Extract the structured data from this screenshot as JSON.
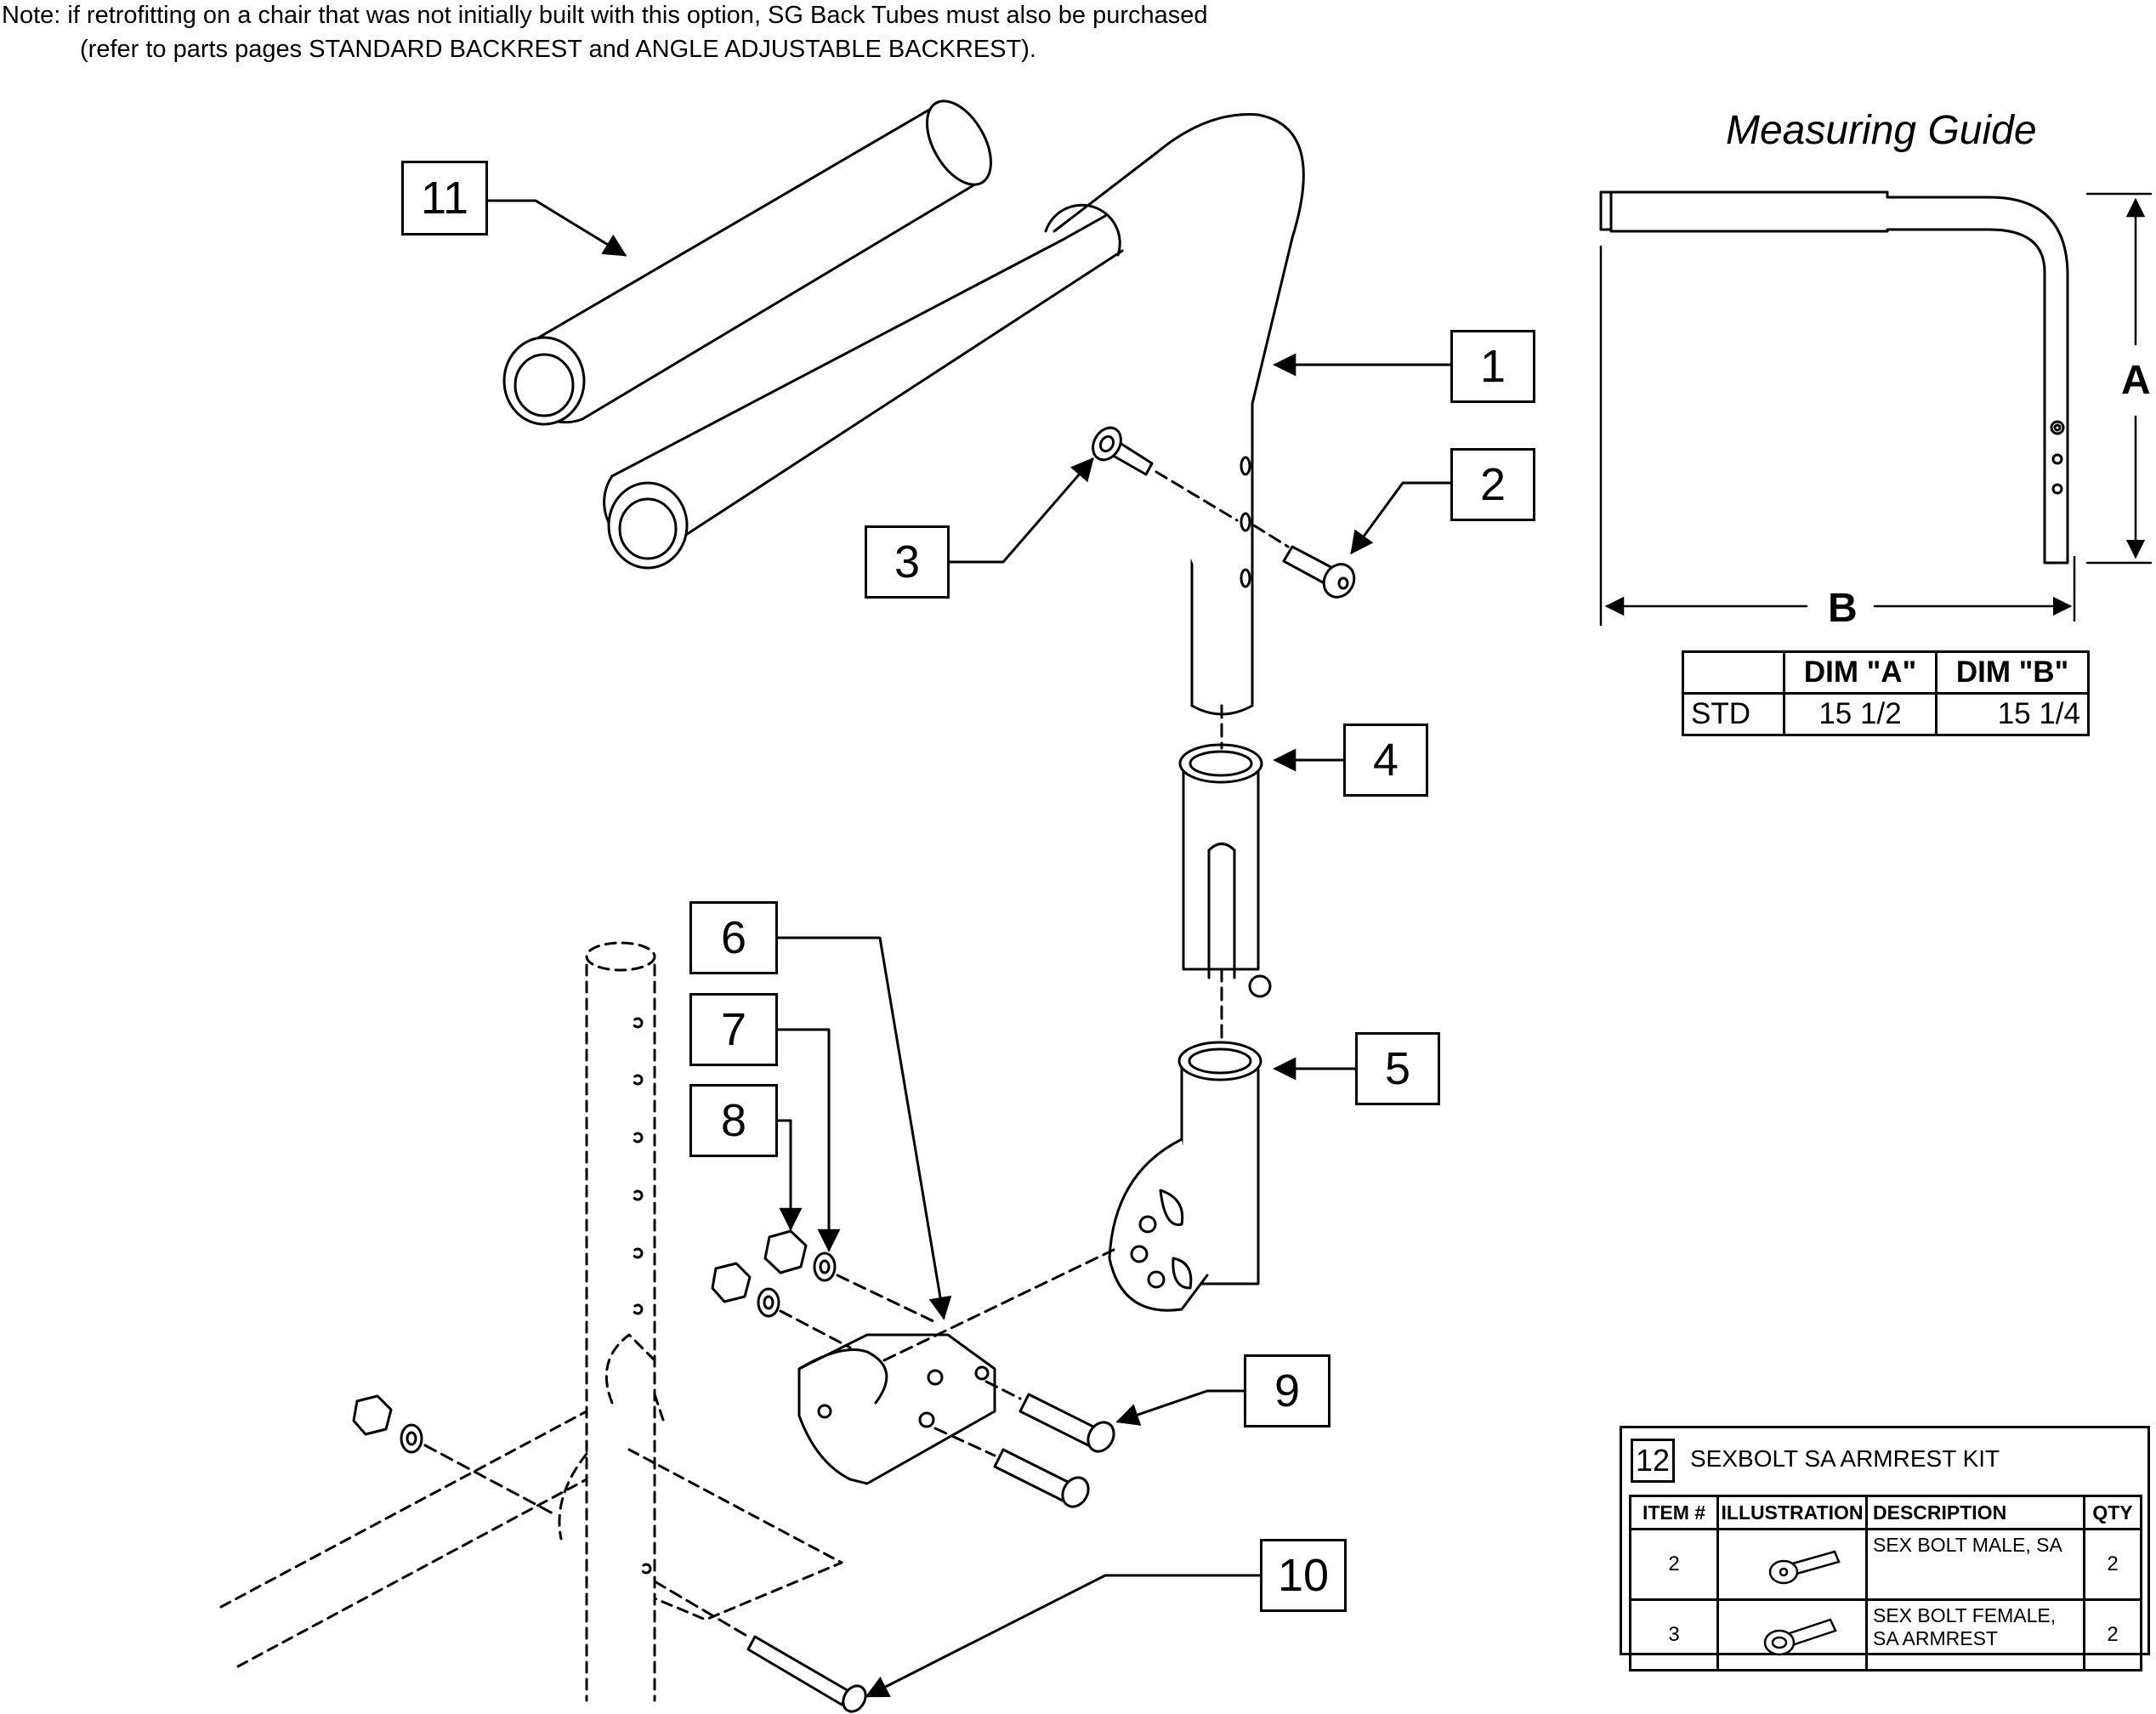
{
  "note": {
    "line1": "Note: if retrofitting on a chair that was not initially built with this option, SG Back Tubes must also be purchased",
    "line2": "(refer to parts pages STANDARD BACKREST and ANGLE ADJUSTABLE BACKREST)."
  },
  "callouts": {
    "c1": "1",
    "c2": "2",
    "c3": "3",
    "c4": "4",
    "c5": "5",
    "c6": "6",
    "c7": "7",
    "c8": "8",
    "c9": "9",
    "c10": "10",
    "c11": "11"
  },
  "measuring_guide": {
    "title": "Measuring Guide",
    "dim_a": "A",
    "dim_b": "B",
    "table": {
      "headers": [
        "",
        "DIM \"A\"",
        "DIM \"B\""
      ],
      "rows": [
        [
          "STD",
          "15 1/2",
          "15 1/4"
        ]
      ]
    }
  },
  "kit": {
    "number": "12",
    "title": "SEXBOLT SA ARMREST KIT",
    "headers": [
      "ITEM #",
      "ILLUSTRATION",
      "DESCRIPTION",
      "QTY"
    ],
    "rows": [
      {
        "item": "2",
        "description": "SEX BOLT MALE, SA",
        "qty": "2",
        "illustration": "male-sex-bolt-icon"
      },
      {
        "item": "3",
        "description": "SEX BOLT FEMALE, SA ARMREST",
        "qty": "2",
        "illustration": "female-sex-bolt-icon"
      }
    ]
  }
}
